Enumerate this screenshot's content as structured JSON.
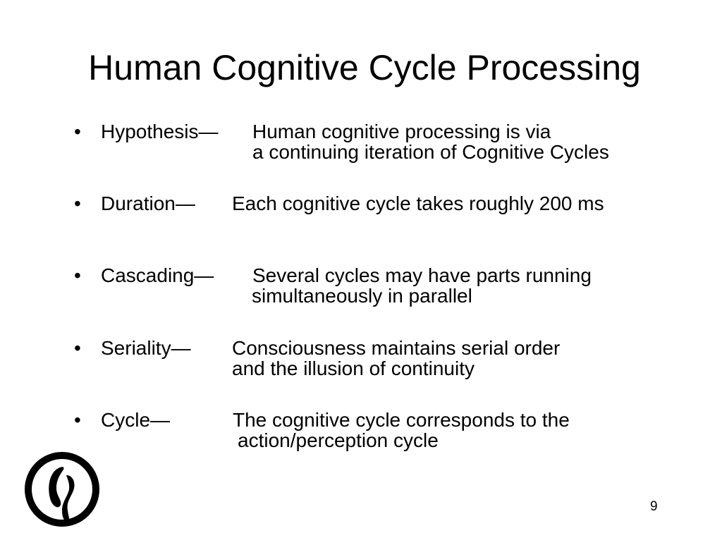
{
  "slide": {
    "title": "Human Cognitive Cycle Processing",
    "bullets": [
      {
        "label": "Hypothesis—",
        "line1": "Human cognitive processing is via",
        "line2": "a continuing iteration of Cognitive Cycles"
      },
      {
        "label": "Duration—",
        "line1": "Each cognitive cycle takes roughly 200 ms",
        "line2": ""
      },
      {
        "label": "Cascading—",
        "line1": "Several cycles may have parts running",
        "line2": "simultaneously in parallel"
      },
      {
        "label": "Seriality—",
        "line1": "Consciousness maintains serial order",
        "line2": "and the illusion of continuity"
      },
      {
        "label": "Cycle—",
        "line1": "The cognitive cycle corresponds to the",
        "line2": "action/perception cycle"
      }
    ],
    "bullet_glyph": "•",
    "page_number": "9",
    "logo_icon": "circle-logo-icon"
  }
}
